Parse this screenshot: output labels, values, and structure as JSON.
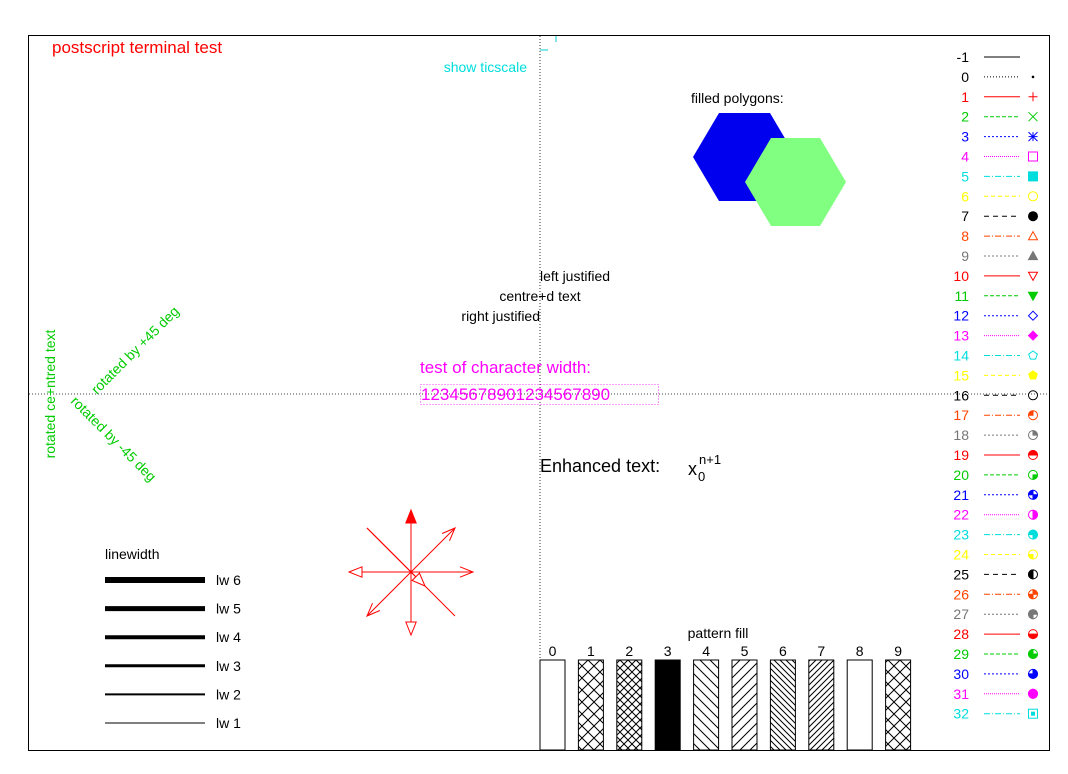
{
  "title": "postscript  terminal test",
  "ticscale_label": "show ticscale",
  "polygons": {
    "label": "filled polygons:",
    "shapes": [
      {
        "name": "hexagon-blue",
        "color": "#0000ee"
      },
      {
        "name": "hexagon-green",
        "color": "#80ff80"
      }
    ]
  },
  "justification": {
    "left": "left justified",
    "centre": "centre+d text",
    "right": "right justified"
  },
  "rotated": {
    "centred": "rotated ce+ntred text",
    "plus45": "rotated by +45 deg",
    "minus45": "rotated by -45 deg"
  },
  "char_width": {
    "label": "test of character width:",
    "digits": "12345678901234567890"
  },
  "enhanced": {
    "label": "Enhanced text:",
    "base": "x",
    "subscript": "0",
    "superscript": "n+1"
  },
  "linewidth": {
    "title": "linewidth",
    "items": [
      {
        "label": "lw 6",
        "width": 6
      },
      {
        "label": "lw 5",
        "width": 5
      },
      {
        "label": "lw 4",
        "width": 4
      },
      {
        "label": "lw 3",
        "width": 3
      },
      {
        "label": "lw 2",
        "width": 2
      },
      {
        "label": "lw 1",
        "width": 1
      }
    ]
  },
  "pattern_fill": {
    "title": "pattern fill",
    "patterns": [
      "0",
      "1",
      "2",
      "3",
      "4",
      "5",
      "6",
      "7",
      "8",
      "9"
    ]
  },
  "arrow_color": "#ff0000",
  "linetypes": [
    {
      "label": "-1",
      "color": "#000000",
      "dash": "",
      "marker": "none"
    },
    {
      "label": "0",
      "color": "#000000",
      "dash": "1,2",
      "marker": "dot"
    },
    {
      "label": "1",
      "color": "#ff0000",
      "dash": "",
      "marker": "plus"
    },
    {
      "label": "2",
      "color": "#00cc00",
      "dash": "4,2",
      "marker": "cross"
    },
    {
      "label": "3",
      "color": "#0000ff",
      "dash": "2,2",
      "marker": "star"
    },
    {
      "label": "4",
      "color": "#ff00ff",
      "dash": "1,1",
      "marker": "box"
    },
    {
      "label": "5",
      "color": "#00dddd",
      "dash": "6,2,1,2",
      "marker": "box-filled"
    },
    {
      "label": "6",
      "color": "#ffff00",
      "dash": "4,3",
      "marker": "circle"
    },
    {
      "label": "7",
      "color": "#000000",
      "dash": "5,4",
      "marker": "circle-filled"
    },
    {
      "label": "8",
      "color": "#ff4400",
      "dash": "6,2,1,2",
      "marker": "triangle"
    },
    {
      "label": "9",
      "color": "#777777",
      "dash": "2,2",
      "marker": "triangle-filled"
    },
    {
      "label": "10",
      "color": "#ff0000",
      "dash": "",
      "marker": "triangle-down"
    },
    {
      "label": "11",
      "color": "#00cc00",
      "dash": "4,2",
      "marker": "triangle-down-filled"
    },
    {
      "label": "12",
      "color": "#0000ff",
      "dash": "2,2",
      "marker": "diamond"
    },
    {
      "label": "13",
      "color": "#ff00ff",
      "dash": "1,1",
      "marker": "diamond-filled"
    },
    {
      "label": "14",
      "color": "#00dddd",
      "dash": "6,2,1,2",
      "marker": "pentagon"
    },
    {
      "label": "15",
      "color": "#ffff00",
      "dash": "4,3",
      "marker": "pentagon-filled"
    },
    {
      "label": "16",
      "color": "#000000",
      "dash": "5,4",
      "marker": "circ-a"
    },
    {
      "label": "17",
      "color": "#ff4400",
      "dash": "6,2,1,2",
      "marker": "circ-b"
    },
    {
      "label": "18",
      "color": "#777777",
      "dash": "2,2",
      "marker": "circ-c"
    },
    {
      "label": "19",
      "color": "#ff0000",
      "dash": "",
      "marker": "circ-d"
    },
    {
      "label": "20",
      "color": "#00cc00",
      "dash": "4,2",
      "marker": "circ-e"
    },
    {
      "label": "21",
      "color": "#0000ff",
      "dash": "2,2",
      "marker": "circ-f"
    },
    {
      "label": "22",
      "color": "#ff00ff",
      "dash": "1,1",
      "marker": "circ-g"
    },
    {
      "label": "23",
      "color": "#00dddd",
      "dash": "6,2,1,2",
      "marker": "circ-h"
    },
    {
      "label": "24",
      "color": "#ffff00",
      "dash": "4,3",
      "marker": "circ-i"
    },
    {
      "label": "25",
      "color": "#000000",
      "dash": "5,4",
      "marker": "circ-j"
    },
    {
      "label": "26",
      "color": "#ff4400",
      "dash": "6,2,1,2",
      "marker": "circ-k"
    },
    {
      "label": "27",
      "color": "#777777",
      "dash": "2,2",
      "marker": "circ-l"
    },
    {
      "label": "28",
      "color": "#ff0000",
      "dash": "",
      "marker": "circ-m"
    },
    {
      "label": "29",
      "color": "#00cc00",
      "dash": "4,2",
      "marker": "circ-n"
    },
    {
      "label": "30",
      "color": "#0000ff",
      "dash": "2,2",
      "marker": "circ-o"
    },
    {
      "label": "31",
      "color": "#ff00ff",
      "dash": "1,1",
      "marker": "circ-p"
    },
    {
      "label": "32",
      "color": "#00dddd",
      "dash": "6,2,1,2",
      "marker": "square-dot"
    }
  ],
  "chart_data": {
    "type": "other",
    "title": "postscript  terminal test",
    "xlim": null,
    "ylim": null,
    "grid": false,
    "legend": "right"
  }
}
